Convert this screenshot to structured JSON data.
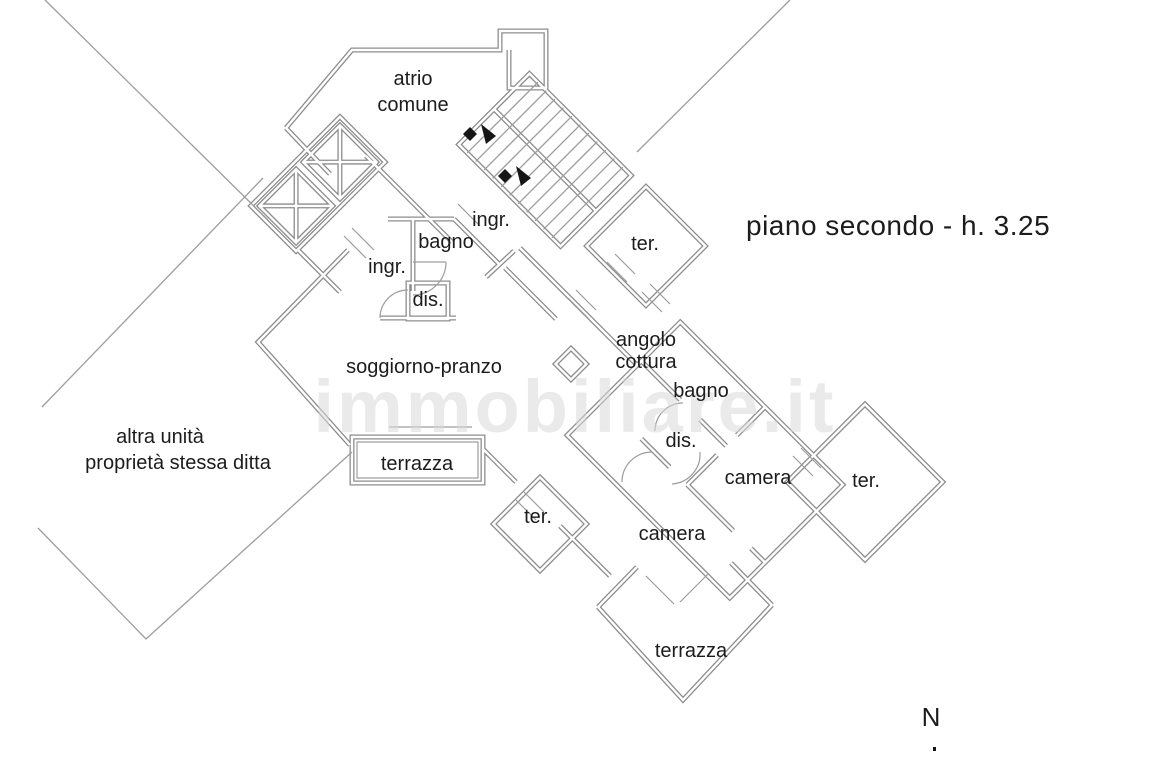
{
  "plan": {
    "title": "piano secondo - h. 3.25",
    "north_label": "N",
    "watermark": "immobiliare.it",
    "colors": {
      "background": "#ffffff",
      "wall": "#8d8d8d",
      "text": "#1c1c1c",
      "watermark": "#d9d9d9",
      "stair_arrow": "#161616"
    },
    "labels": {
      "atrio_line1": "atrio",
      "atrio_line2": "comune",
      "ingr_top": "ingr.",
      "ingr_left": "ingr.",
      "bagno_main": "bagno",
      "dis_main": "dis.",
      "soggiorno": "soggiorno-pranzo",
      "angolo_line1": "angolo",
      "angolo_line2": "cottura",
      "ter_top": "ter.",
      "ter_right": "ter.",
      "ter_left": "ter.",
      "bagno2": "bagno",
      "dis2": "dis.",
      "camera_right": "camera",
      "camera_bottom": "camera",
      "terrazza_box": "terrazza",
      "terrazza_bottom": "terrazza",
      "altra_line1": "altra unità",
      "altra_line2": "proprietà stessa ditta"
    }
  }
}
